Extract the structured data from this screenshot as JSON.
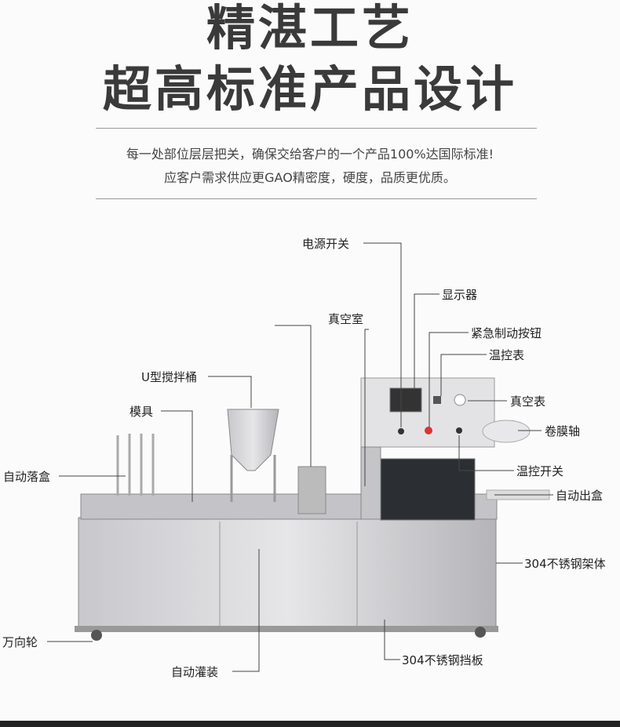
{
  "heading": {
    "line1": "精湛工艺",
    "line2": "超高标准产品设计"
  },
  "subtitle": {
    "line1": "每一处部位层层把关，确保交给客户的一个产品100%达国际标准!",
    "line2": "应客户需求供应更GAO精密度，硬度，品质更优质。"
  },
  "labels": {
    "power_switch": "电源开关",
    "display": "显示器",
    "vacuum_chamber": "真空室",
    "emergency_stop": "紧急制动按钮",
    "temp_meter": "温控表",
    "u_mixer": "U型搅拌桶",
    "vacuum_gauge": "真空表",
    "mold": "模具",
    "film_roll": "卷膜轴",
    "auto_drop": "自动落盒",
    "temp_switch": "温控开关",
    "auto_out": "自动出盒",
    "frame": "304不锈钢架体",
    "caster": "万向轮",
    "baffle": "304不锈钢挡板",
    "auto_fill": "自动灌装"
  }
}
